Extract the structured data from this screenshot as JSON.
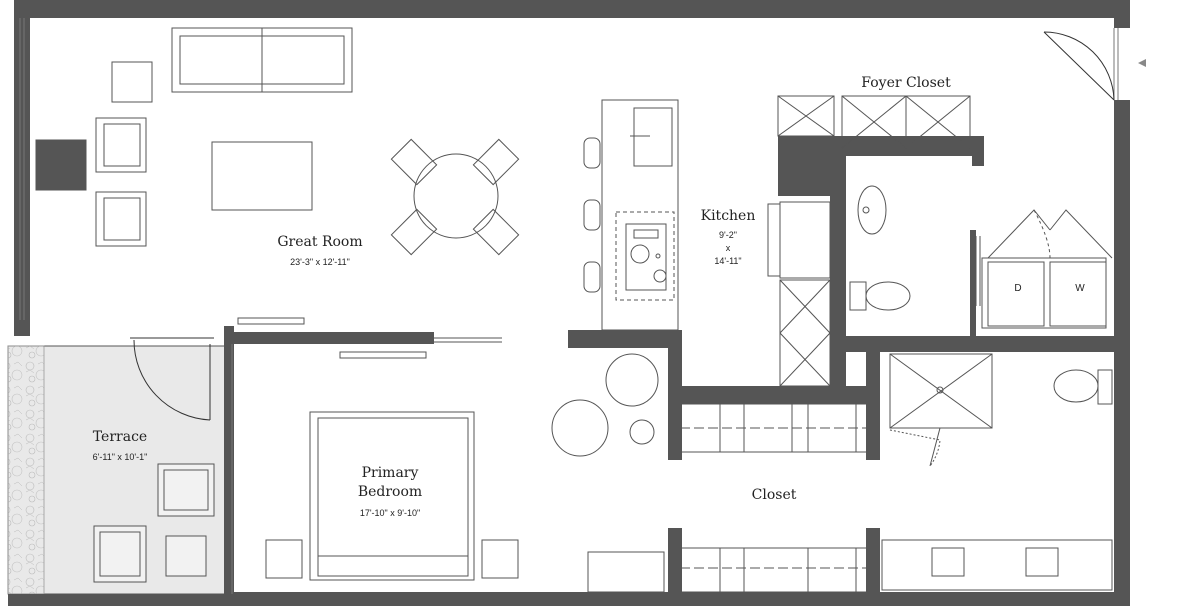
{
  "rooms": {
    "great_room": {
      "name": "Great Room",
      "dims": "23'-3\" x 12'-11\""
    },
    "kitchen": {
      "name": "Kitchen",
      "dim_a": "9'-2\"",
      "dim_sep": "x",
      "dim_b": "14'-11\""
    },
    "foyer_closet": {
      "name": "Foyer Closet"
    },
    "terrace": {
      "name": "Terrace",
      "dims": "6'-11\" x 10'-1\""
    },
    "primary_bedroom": {
      "name_line1": "Primary",
      "name_line2": "Bedroom",
      "dims": "17'-10\" x 9'-10\""
    },
    "closet": {
      "name": "Closet"
    }
  },
  "appliances": {
    "dryer": "D",
    "washer": "W"
  },
  "colors": {
    "wall": "#555555",
    "line": "#333333",
    "terrace_fill": "#e9e9e9",
    "background": "#ffffff"
  }
}
